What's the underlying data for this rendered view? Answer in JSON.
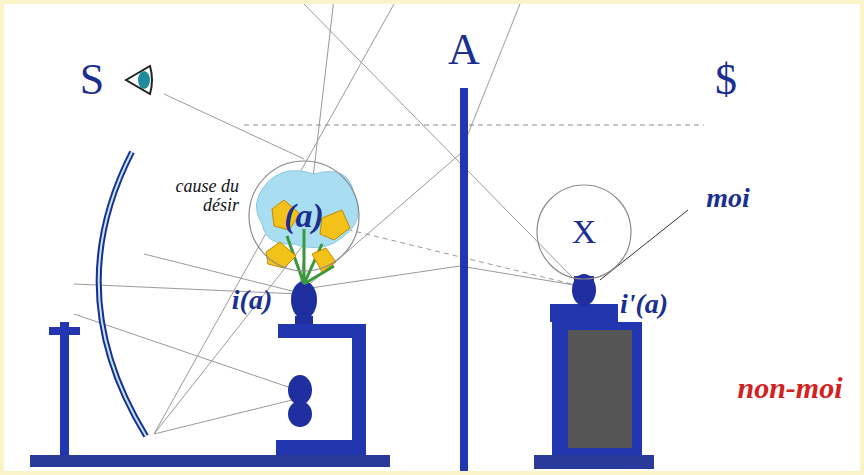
{
  "diagram": {
    "nodes": [
      {
        "text": [
          "(a)"
        ]
      },
      {
        "text": [
          "X"
        ]
      }
    ],
    "labels": [
      "S",
      "$",
      "A",
      "cause du désir",
      "i(a)",
      "moi",
      "i'(a)",
      "non-moi"
    ]
  }
}
